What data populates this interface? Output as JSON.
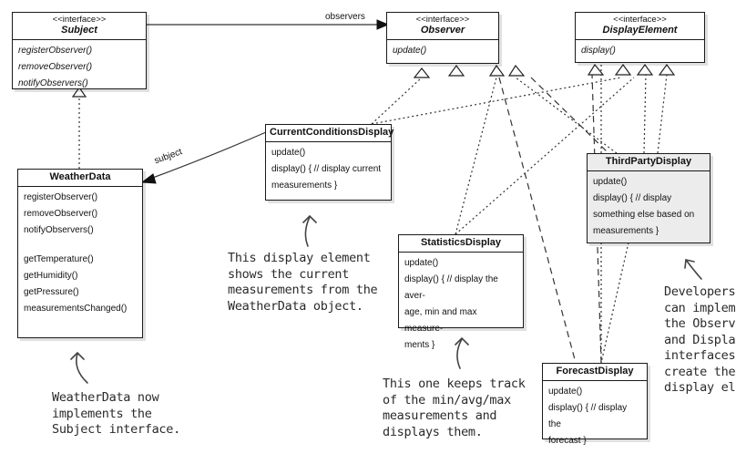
{
  "classes": {
    "subject": {
      "stereotype": "<<interface>>",
      "name": "Subject",
      "ops": [
        "registerObserver()",
        "removeObserver()",
        "notifyObservers()"
      ]
    },
    "observer": {
      "stereotype": "<<interface>>",
      "name": "Observer",
      "ops": [
        "update()"
      ]
    },
    "display_element": {
      "stereotype": "<<interface>>",
      "name": "DisplayElement",
      "ops": [
        "display()"
      ]
    },
    "current_conditions": {
      "name": "CurrentConditionsDisplay",
      "ops": [
        "update()",
        "display() { // display current",
        "measurements }"
      ]
    },
    "weather_data": {
      "name": "WeatherData",
      "ops": [
        "registerObserver()",
        "removeObserver()",
        "notifyObservers()"
      ],
      "ops2": [
        "getTemperature()",
        "getHumidity()",
        "getPressure()",
        "measurementsChanged()"
      ]
    },
    "third_party": {
      "name": "ThirdPartyDisplay",
      "ops": [
        "update()",
        "display() { // display",
        "something else based on",
        "measurements }"
      ]
    },
    "statistics": {
      "name": "StatisticsDisplay",
      "ops": [
        "update()",
        "display() { // display the aver-",
        "age, min and max measure-",
        "ments }"
      ]
    },
    "forecast": {
      "name": "ForecastDisplay",
      "ops": [
        "update()",
        "display() { // display the",
        "forecast }"
      ]
    }
  },
  "labels": {
    "observers": "observers",
    "subject": "subject"
  },
  "notes": {
    "current_conditions": [
      "This display element",
      "shows the current",
      "measurements from the",
      "WeatherData object."
    ],
    "weather_data": [
      "WeatherData now",
      "implements the",
      "Subject interface."
    ],
    "statistics": [
      "This one keeps track",
      "of the min/avg/max",
      "measurements and",
      "displays them."
    ],
    "developers": [
      "Developers",
      "can impleme",
      "the Observe",
      "and Display",
      "interfaces",
      "create the",
      "display ele"
    ]
  }
}
